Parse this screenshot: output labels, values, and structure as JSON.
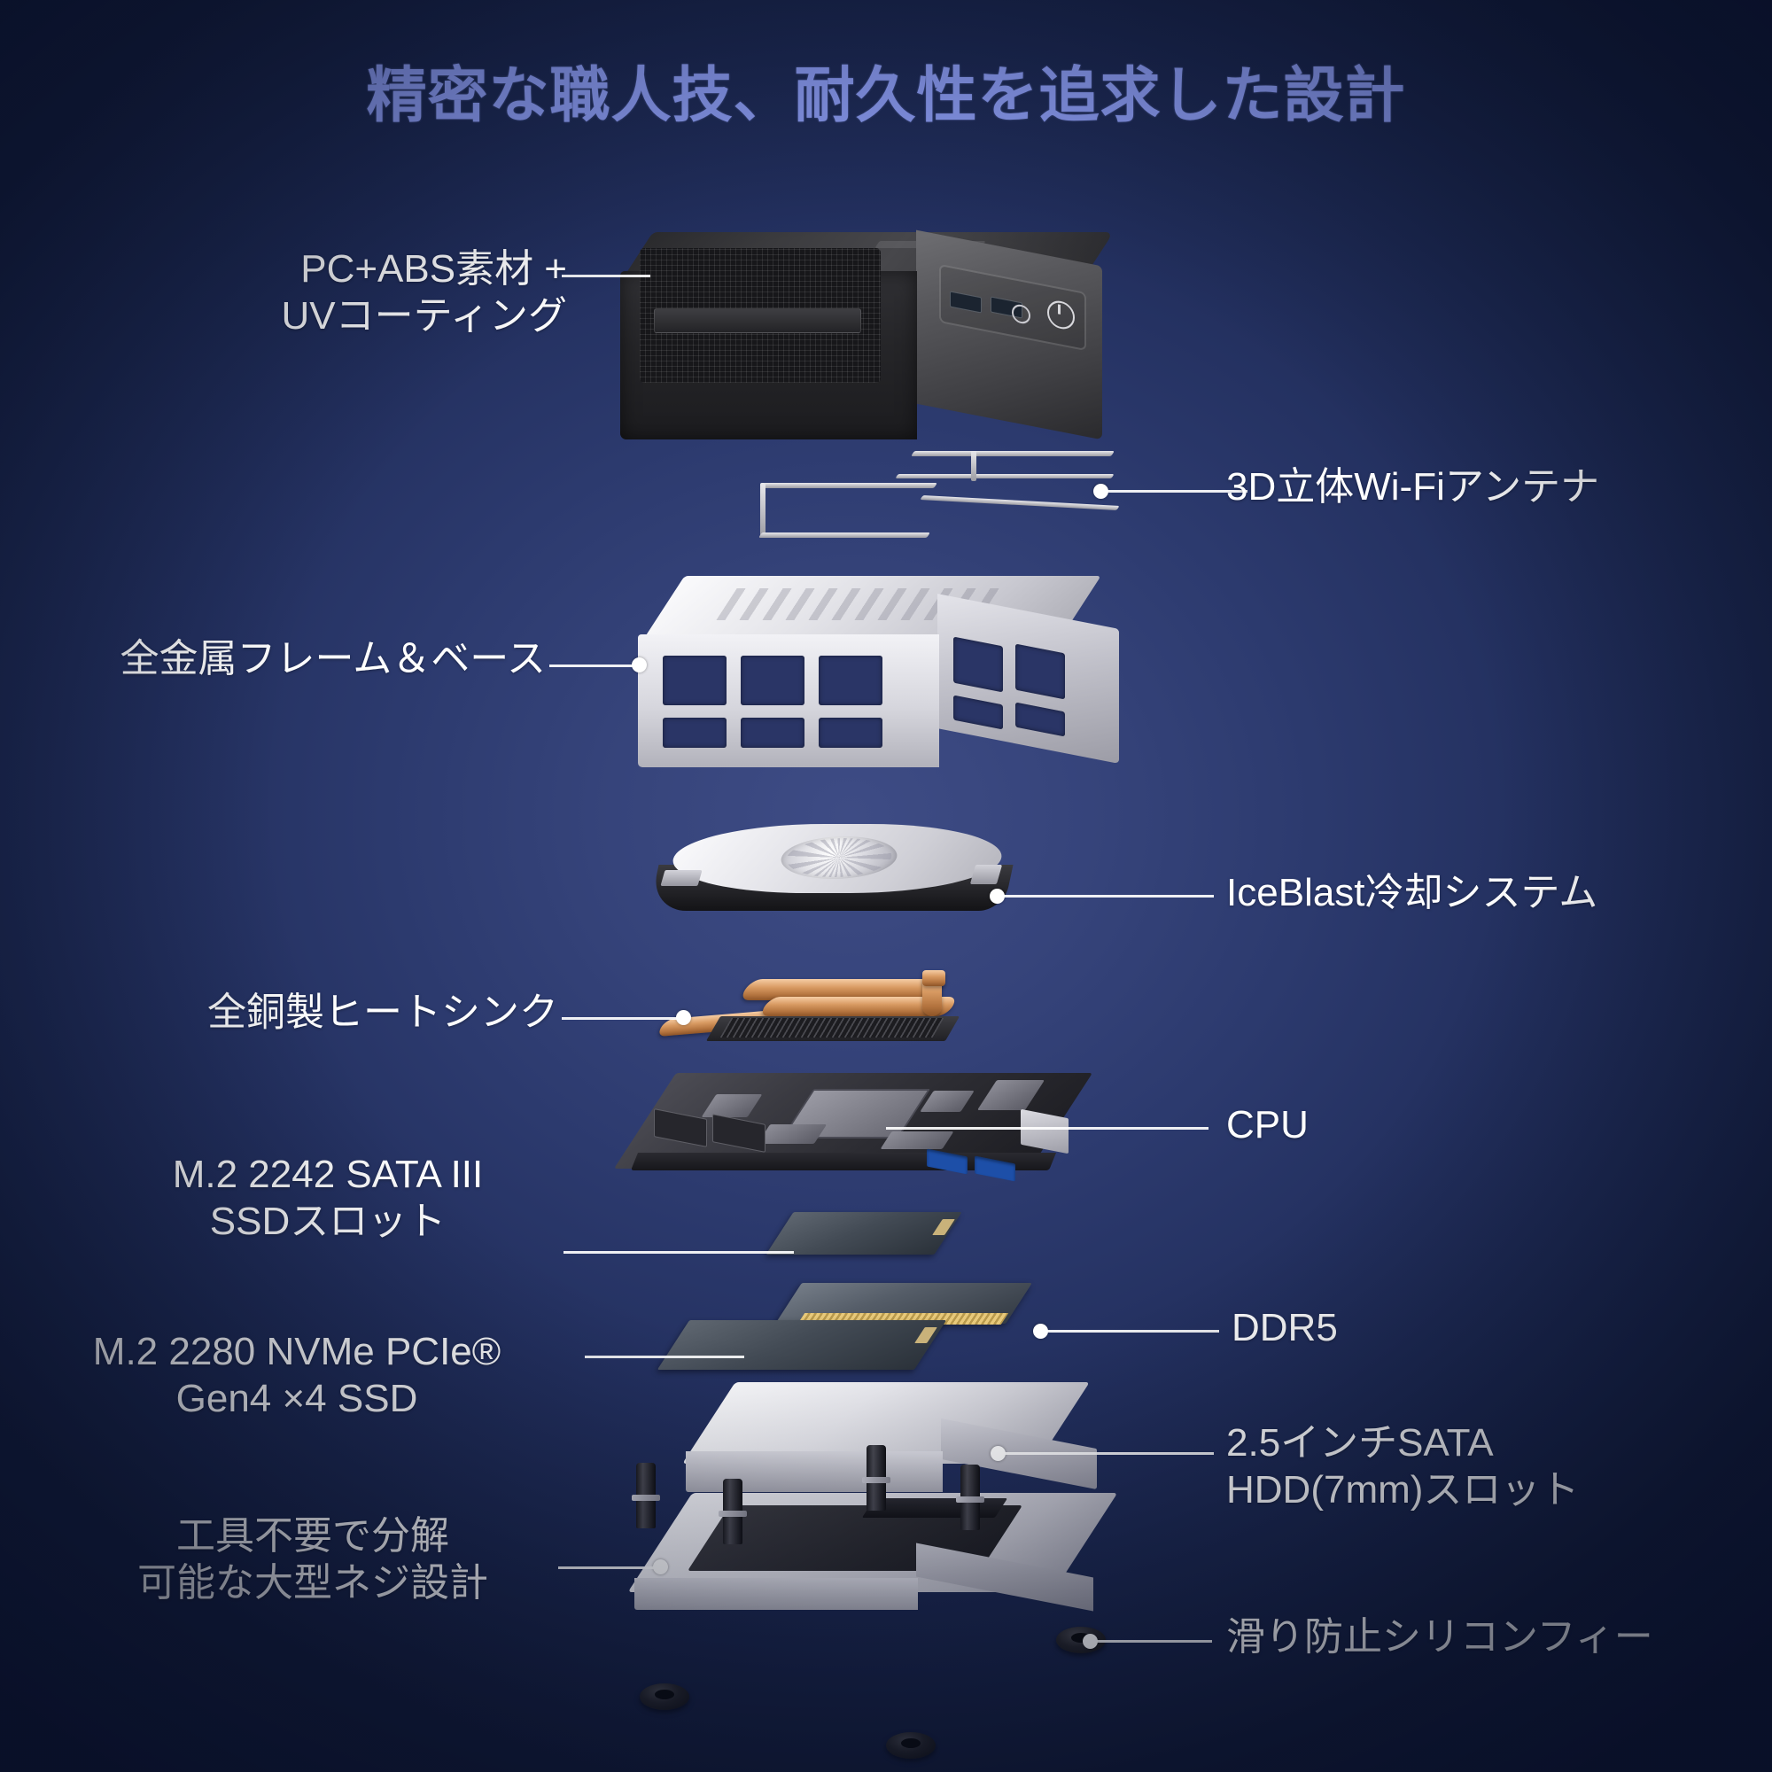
{
  "title": "精密な職人技、耐久性を追求した設計",
  "colors": {
    "background_deep": "#0d1533",
    "background_mid": "#2c3a6e",
    "background_light": "#3e4c85",
    "title_text": "#8c9cf2",
    "label_text": "#ffffff",
    "leader_line": "#ffffff"
  },
  "labels": [
    {
      "id": "pc-abs-uv-coating",
      "text": "PC+ABS素材 +\nUVコーティング",
      "side": "left"
    },
    {
      "id": "wifi-antenna",
      "text": "3D立体Wi-Fiアンテナ",
      "side": "right"
    },
    {
      "id": "all-metal-frame",
      "text": "全金属フレーム＆ベース",
      "side": "left"
    },
    {
      "id": "iceblast-cooling",
      "text": "IceBlast冷却システム",
      "side": "right"
    },
    {
      "id": "copper-heatsink",
      "text": "全銅製ヒートシンク",
      "side": "left"
    },
    {
      "id": "cpu",
      "text": "CPU",
      "side": "right"
    },
    {
      "id": "m2-2242-sata",
      "text": "M.2 2242 SATA III\nSSDスロット",
      "side": "left"
    },
    {
      "id": "m2-2280-nvme",
      "text": "M.2 2280 NVMe PCIe®\nGen4 ×4 SSD",
      "side": "left"
    },
    {
      "id": "ddr5",
      "text": "DDR5",
      "side": "right"
    },
    {
      "id": "sata-hdd-slot",
      "text": "2.5インチSATA\nHDD(7mm)スロット",
      "side": "right"
    },
    {
      "id": "toolless-screw-design",
      "text": "工具不要で分解\n可能な大型ネジ設計",
      "side": "left"
    },
    {
      "id": "anti-slip-silicone-feet",
      "text": "滑り防止シリコンフィー",
      "side": "right"
    }
  ],
  "parts": [
    {
      "id": "chassis-top",
      "name": "PC+ABS プラスチック筐体トップカバー"
    },
    {
      "id": "antenna",
      "name": "3D立体Wi-Fiアンテナ"
    },
    {
      "id": "frame",
      "name": "全金属フレーム＆ベース"
    },
    {
      "id": "fan",
      "name": "IceBlast冷却ファンモジュール"
    },
    {
      "id": "heatsink",
      "name": "全銅製ヒートシンク"
    },
    {
      "id": "mainboard",
      "name": "メインボード (CPU搭載)"
    },
    {
      "id": "ssd2242",
      "name": "M.2 2242 SATA III SSD"
    },
    {
      "id": "ddr5",
      "name": "DDR5 メモリ"
    },
    {
      "id": "ssd2280",
      "name": "M.2 2280 NVMe PCIe Gen4 ×4 SSD"
    },
    {
      "id": "sata25",
      "name": "2.5インチ SATA HDD (7mm)"
    },
    {
      "id": "basePlate",
      "name": "ベースプレート / 大型ネジ / シリコンフィート"
    }
  ]
}
